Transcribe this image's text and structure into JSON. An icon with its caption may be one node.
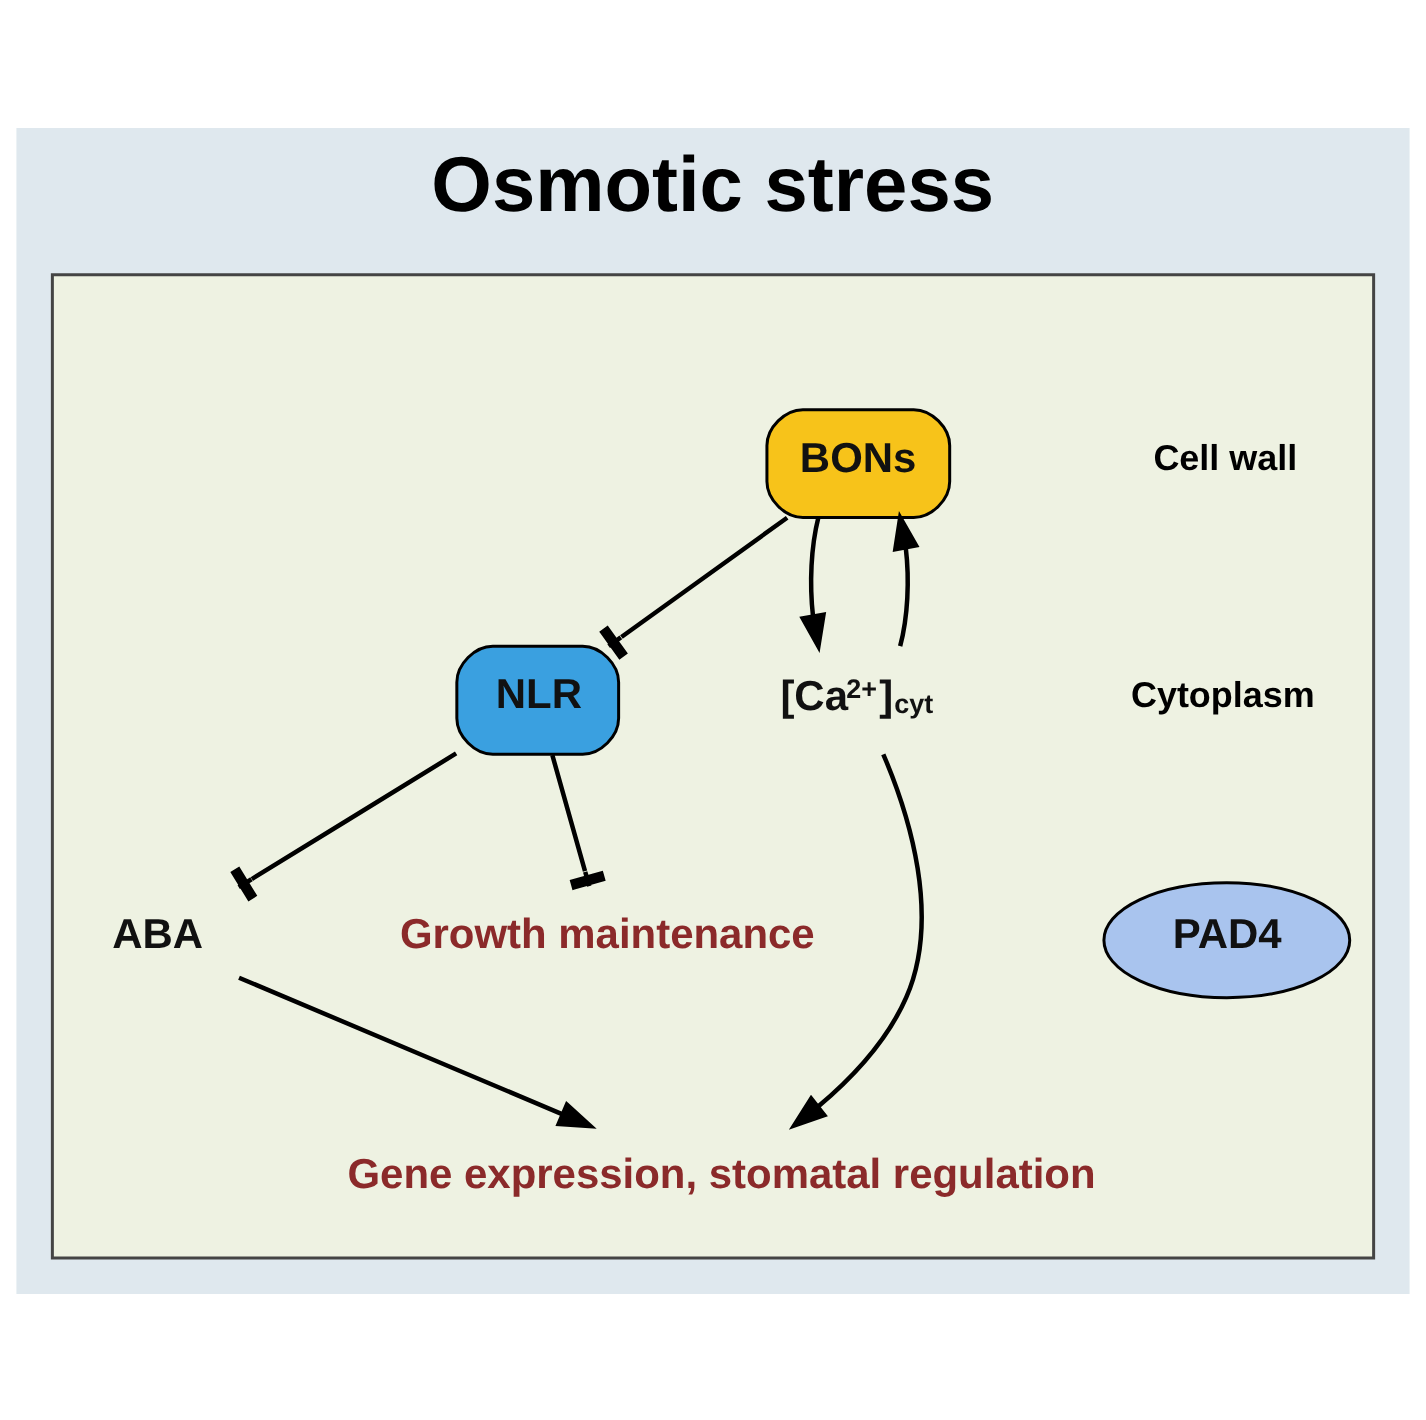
{
  "diagram": {
    "title": "Osmotic stress",
    "nodes": [
      {
        "text": [],
        "shape": "box"
      },
      {
        "text": [
          "BONs"
        ],
        "in": 0
      },
      {
        "text": [
          "NLR"
        ],
        "in": 0
      },
      {
        "text": [
          "PAD4"
        ],
        "in": 0
      },
      {
        "text": [
          "[Ca$^{2+}$]$_{cyt}$"
        ],
        "in": 0
      },
      {
        "text": [
          "ABA"
        ],
        "in": 0
      },
      {
        "text": [
          "Growth maintenance"
        ],
        "in": 0
      },
      {
        "text": [
          "Gene expression, stomatal regulation"
        ],
        "in": 0
      }
    ],
    "edges": [
      {
        "from": 1,
        "to": 2,
        "arrow": "other"
      },
      {
        "from": 1,
        "to": 4,
        "arrow": "to"
      },
      {
        "from": 4,
        "to": 1,
        "arrow": "to"
      },
      {
        "from": 2,
        "to": 6,
        "arrow": "other"
      },
      {
        "from": 2,
        "to": 5,
        "arrow": "other"
      },
      {
        "from": 5,
        "to": 7,
        "arrow": "to"
      },
      {
        "from": 4,
        "to": 7,
        "arrow": "to"
      }
    ],
    "labels": [
      "Cell wall",
      "Cytoplasm"
    ]
  }
}
